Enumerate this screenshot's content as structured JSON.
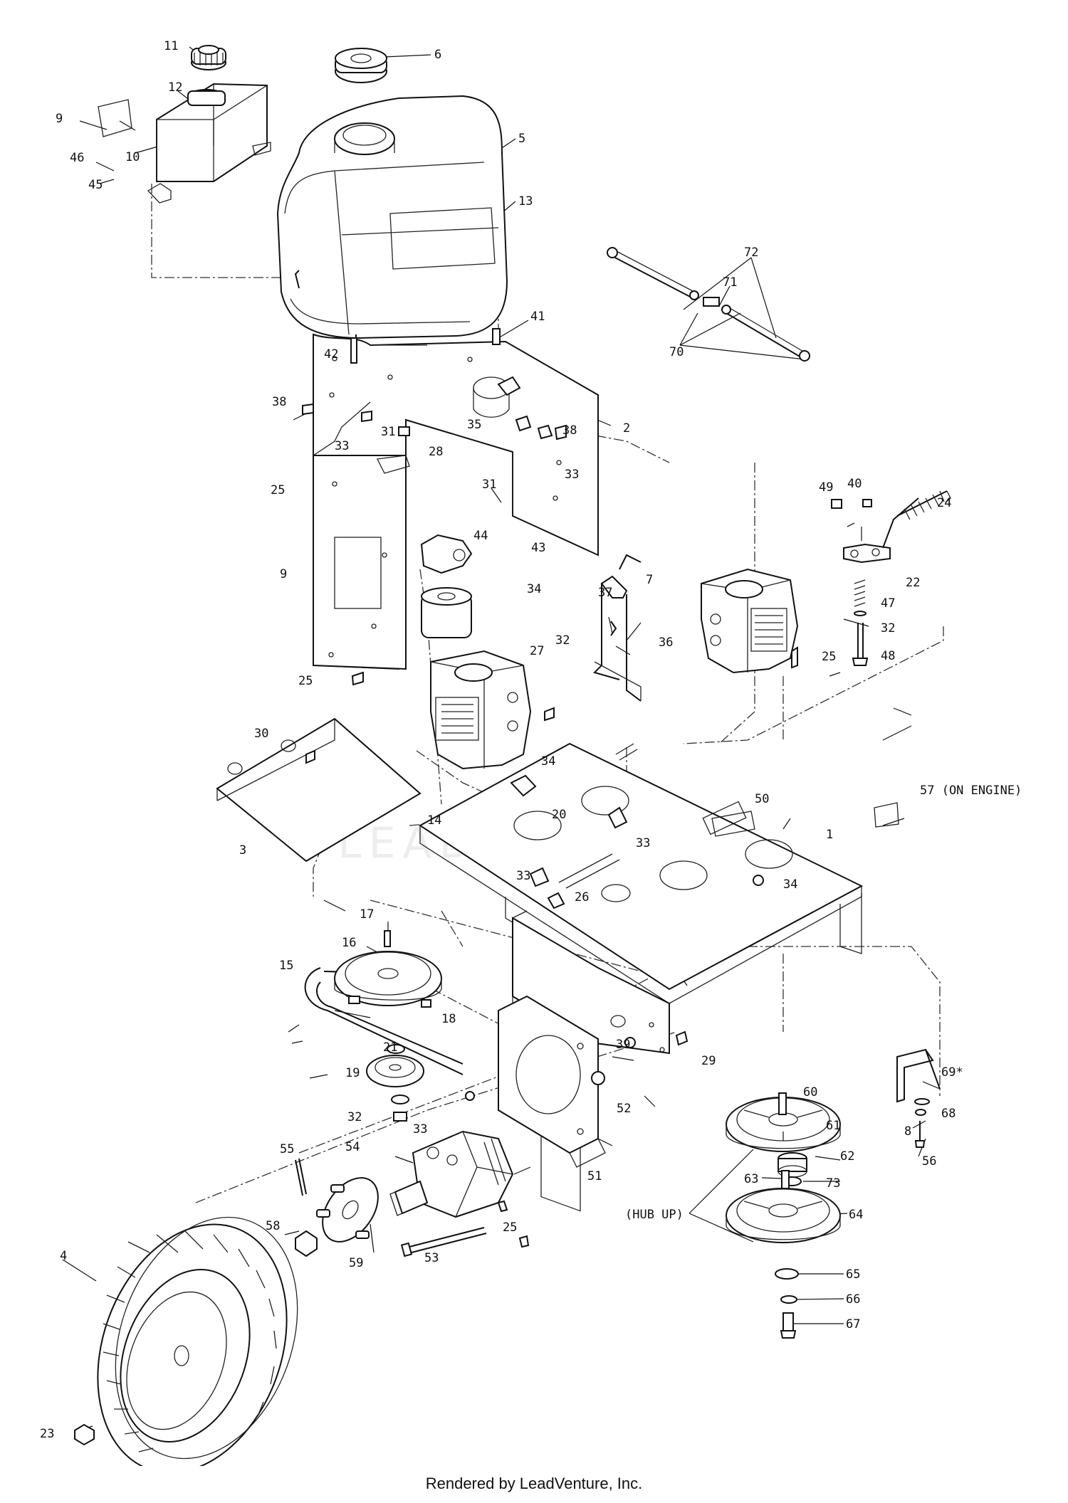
{
  "footer": "Rendered by LeadVenture, Inc.",
  "watermark": "LEADVENTURE",
  "notes": {
    "hub_up": "(HUB UP)"
  },
  "callouts": [
    {
      "id": "c1",
      "text": "1"
    },
    {
      "id": "c2",
      "text": "2"
    },
    {
      "id": "c3",
      "text": "3"
    },
    {
      "id": "c4",
      "text": "4"
    },
    {
      "id": "c5",
      "text": "5"
    },
    {
      "id": "c6",
      "text": "6"
    },
    {
      "id": "c7",
      "text": "7"
    },
    {
      "id": "c8",
      "text": "8"
    },
    {
      "id": "c9a",
      "text": "9"
    },
    {
      "id": "c9b",
      "text": "9"
    },
    {
      "id": "c10",
      "text": "10"
    },
    {
      "id": "c11",
      "text": "11"
    },
    {
      "id": "c12",
      "text": "12"
    },
    {
      "id": "c13",
      "text": "13"
    },
    {
      "id": "c14",
      "text": "14"
    },
    {
      "id": "c15",
      "text": "15"
    },
    {
      "id": "c16",
      "text": "16"
    },
    {
      "id": "c17",
      "text": "17"
    },
    {
      "id": "c18",
      "text": "18"
    },
    {
      "id": "c19",
      "text": "19"
    },
    {
      "id": "c20",
      "text": "20"
    },
    {
      "id": "c21",
      "text": "21"
    },
    {
      "id": "c22",
      "text": "22"
    },
    {
      "id": "c23",
      "text": "23"
    },
    {
      "id": "c24",
      "text": "24"
    },
    {
      "id": "c25a",
      "text": "25"
    },
    {
      "id": "c25b",
      "text": "25"
    },
    {
      "id": "c25c",
      "text": "25"
    },
    {
      "id": "c25d",
      "text": "25"
    },
    {
      "id": "c26",
      "text": "26"
    },
    {
      "id": "c27",
      "text": "27"
    },
    {
      "id": "c28",
      "text": "28"
    },
    {
      "id": "c29",
      "text": "29"
    },
    {
      "id": "c30",
      "text": "30"
    },
    {
      "id": "c31a",
      "text": "31"
    },
    {
      "id": "c31b",
      "text": "31"
    },
    {
      "id": "c32a",
      "text": "32"
    },
    {
      "id": "c32b",
      "text": "32"
    },
    {
      "id": "c32c",
      "text": "32"
    },
    {
      "id": "c33a",
      "text": "33"
    },
    {
      "id": "c33b",
      "text": "33"
    },
    {
      "id": "c33c",
      "text": "33"
    },
    {
      "id": "c33d",
      "text": "33"
    },
    {
      "id": "c33e",
      "text": "33"
    },
    {
      "id": "c34a",
      "text": "34"
    },
    {
      "id": "c34b",
      "text": "34"
    },
    {
      "id": "c34c",
      "text": "34"
    },
    {
      "id": "c35",
      "text": "35"
    },
    {
      "id": "c36",
      "text": "36"
    },
    {
      "id": "c37",
      "text": "37"
    },
    {
      "id": "c38a",
      "text": "38"
    },
    {
      "id": "c38b",
      "text": "38"
    },
    {
      "id": "c39",
      "text": "39"
    },
    {
      "id": "c40",
      "text": "40"
    },
    {
      "id": "c41",
      "text": "41"
    },
    {
      "id": "c42",
      "text": "42"
    },
    {
      "id": "c43",
      "text": "43"
    },
    {
      "id": "c44",
      "text": "44"
    },
    {
      "id": "c45",
      "text": "45"
    },
    {
      "id": "c46",
      "text": "46"
    },
    {
      "id": "c47",
      "text": "47"
    },
    {
      "id": "c48",
      "text": "48"
    },
    {
      "id": "c49",
      "text": "49"
    },
    {
      "id": "c50",
      "text": "50"
    },
    {
      "id": "c51",
      "text": "51"
    },
    {
      "id": "c52",
      "text": "52"
    },
    {
      "id": "c53",
      "text": "53"
    },
    {
      "id": "c54",
      "text": "54"
    },
    {
      "id": "c55",
      "text": "55"
    },
    {
      "id": "c56",
      "text": "56"
    },
    {
      "id": "c57",
      "text": "57 (ON ENGINE)"
    },
    {
      "id": "c58",
      "text": "58"
    },
    {
      "id": "c59",
      "text": "59"
    },
    {
      "id": "c60",
      "text": "60"
    },
    {
      "id": "c61",
      "text": "61"
    },
    {
      "id": "c62",
      "text": "62"
    },
    {
      "id": "c63",
      "text": "63"
    },
    {
      "id": "c64",
      "text": "64"
    },
    {
      "id": "c65",
      "text": "65"
    },
    {
      "id": "c66",
      "text": "66"
    },
    {
      "id": "c67",
      "text": "67"
    },
    {
      "id": "c68",
      "text": "68"
    },
    {
      "id": "c69",
      "text": "69*"
    },
    {
      "id": "c70",
      "text": "70"
    },
    {
      "id": "c71",
      "text": "71"
    },
    {
      "id": "c72",
      "text": "72"
    },
    {
      "id": "c73",
      "text": "73"
    }
  ]
}
